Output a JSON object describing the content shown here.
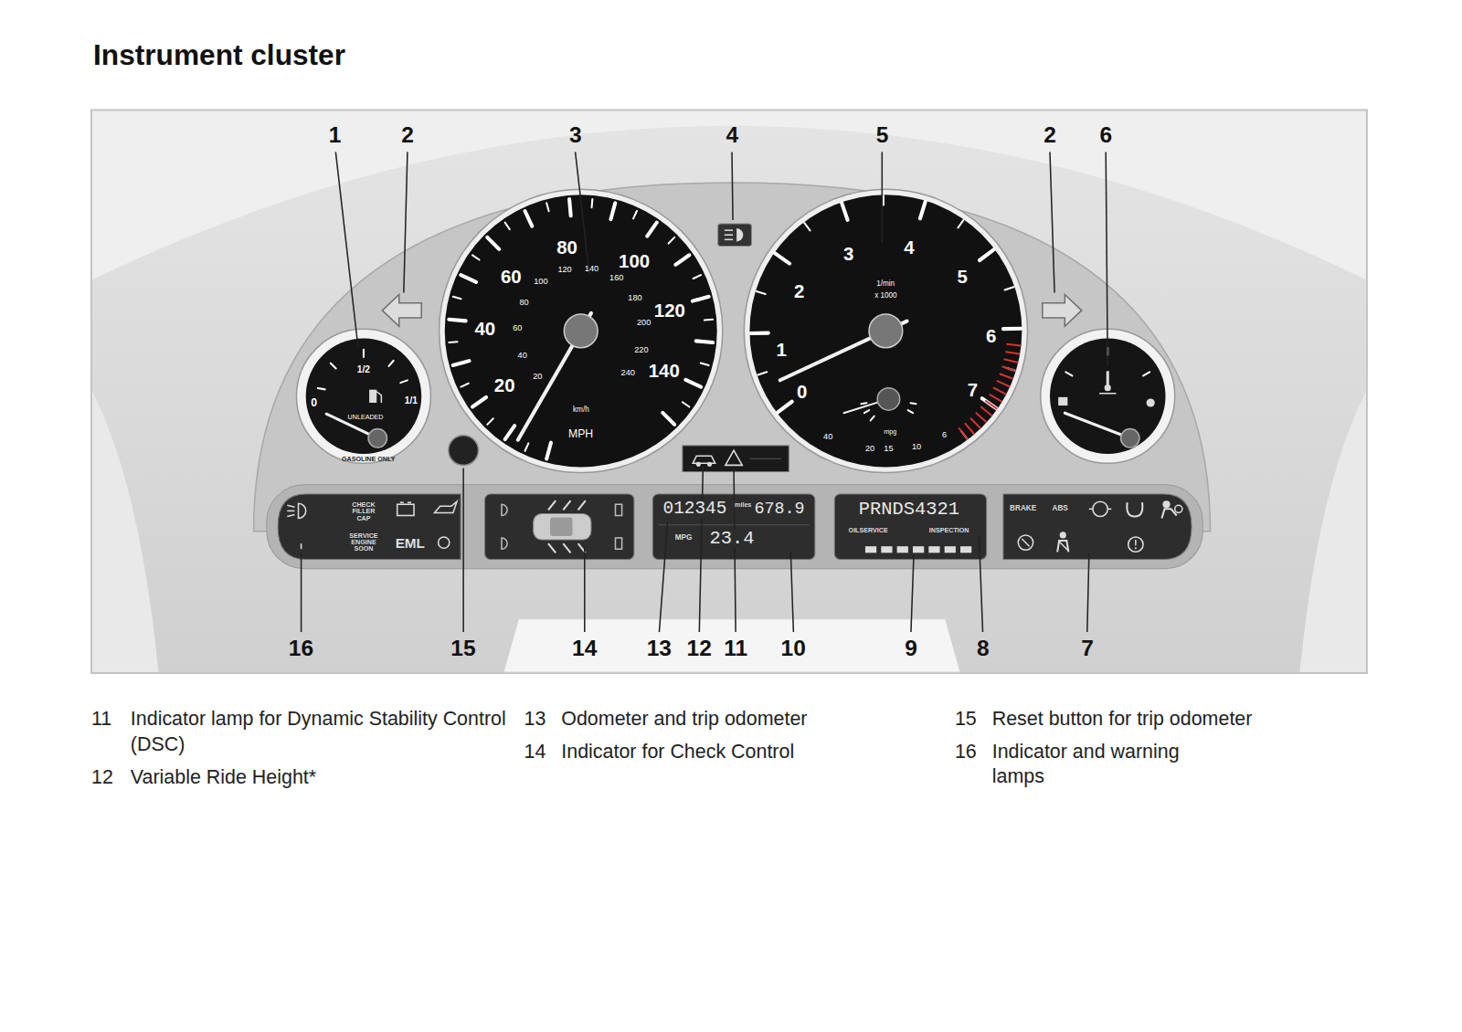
{
  "diagram": {
    "title": "Instrument cluster",
    "labels": [
      "1",
      "2",
      "3",
      "4",
      "5",
      "2",
      "6",
      "0",
      "1/2",
      "1/1",
      "UNLEADED",
      "GASOLINE ONLY",
      "20",
      "40",
      "60",
      "80",
      "100",
      "120",
      "140",
      "20",
      "40",
      "60",
      "80",
      "100",
      "120",
      "140",
      "160",
      "180",
      "200",
      "220",
      "240",
      "km/h",
      "MPH",
      "0",
      "1",
      "2",
      "3",
      "4",
      "5",
      "6",
      "7",
      "1/min",
      "x 1000",
      "mpg",
      "40",
      "20",
      "15",
      "10",
      "6",
      "CHECK FILLER CAP",
      "SERVICE ENGINE SOON",
      "EML",
      "012345",
      "miles",
      "678.9",
      "MPG",
      "23.4",
      "PRNDS4321",
      "OILSERVICE",
      "INSPECTION",
      "BRAKE",
      "ABS",
      "16",
      "15",
      "14",
      "13",
      "12",
      "11",
      "10",
      "9",
      "8",
      "7",
      "11",
      "Indicator lamp for Dynamic Stability Control (DSC)",
      "12",
      "Variable Ride Height*",
      "13",
      "Odometer and trip odometer",
      "14",
      "Indicator for Check Control",
      "15",
      "Reset button for trip odometer",
      "16",
      "Indicator and warning lamps"
    ]
  }
}
